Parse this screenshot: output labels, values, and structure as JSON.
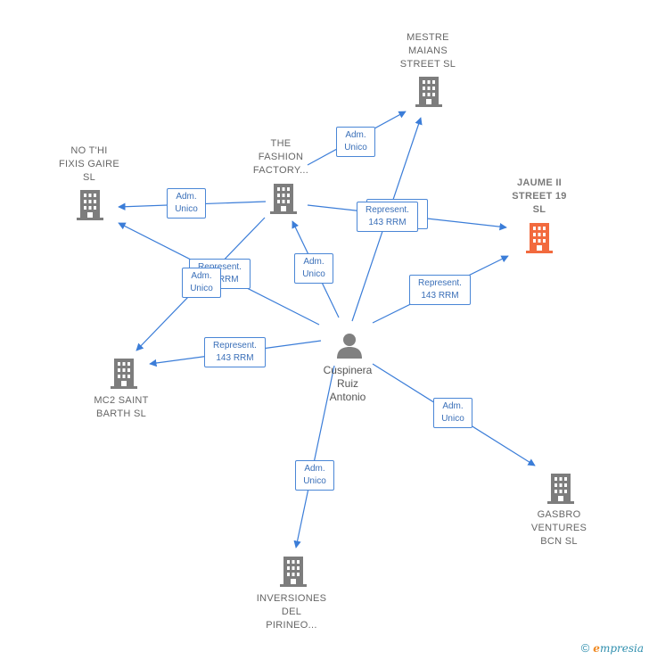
{
  "colors": {
    "edge": "#3b7dd8",
    "company_icon": "#7d7d7d",
    "highlight_icon": "#f26a3e",
    "person_icon": "#808080"
  },
  "nodes": {
    "mestre": {
      "label": "MESTRE\nMAIANS\nSTREET  SL",
      "icon": "building-icon"
    },
    "jaume": {
      "label": "JAUME II\nSTREET 19\nSL",
      "icon": "building-icon"
    },
    "fashion": {
      "label": "THE\nFASHION\nFACTORY...",
      "icon": "building-icon"
    },
    "nothi": {
      "label": "NO T'HI\nFIXIS GAIRE\nSL",
      "icon": "building-icon"
    },
    "mc2": {
      "label": "MC2 SAINT\nBARTH  SL",
      "icon": "building-icon"
    },
    "gasbro": {
      "label": "GASBRO\nVENTURES\nBCN  SL",
      "icon": "building-icon"
    },
    "inversiones": {
      "label": "INVERSIONES\nDEL\nPIRINEO...",
      "icon": "building-icon"
    },
    "person": {
      "label": "Cuspinera\nRuiz\nAntonio",
      "icon": "person-icon"
    }
  },
  "edges": {
    "fashion_mestre": "Adm.\nUnico",
    "fashion_nothi": "Adm.\nUnico",
    "fashion_jaume": "Represent.\n143 RRM",
    "person_jaume": "Represent.\n143 RRM",
    "person_nothi": "Represent.\n143 RRM",
    "fashion_mc2": "Adm.\nUnico",
    "person_fashion": "Adm.\nUnico",
    "person_mc2": "Represent.\n143 RRM",
    "person_gasbro": "Adm.\nUnico",
    "person_inversiones": "Adm.\nUnico"
  },
  "footer": {
    "copyright": "©",
    "brand_e": "e",
    "brand_rest": "mpresia"
  }
}
